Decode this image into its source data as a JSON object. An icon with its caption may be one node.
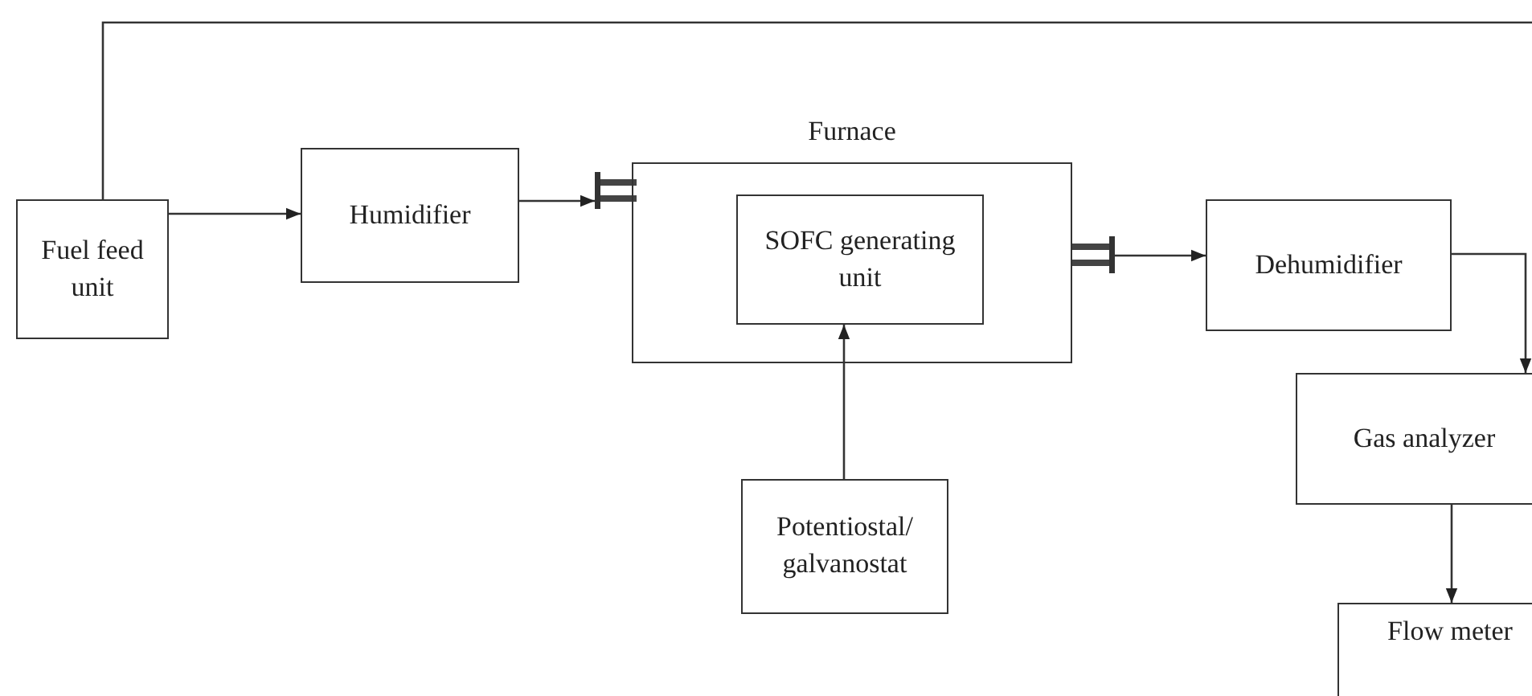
{
  "diagram": {
    "nodes": [
      {
        "text": [
          "Fuel feed unit"
        ]
      },
      {
        "text": [
          "Humidifier"
        ]
      },
      {
        "text": [
          "Furnace"
        ]
      },
      {
        "text": [
          "SOFC generating unit"
        ],
        "in": 2
      },
      {
        "text": [
          "Potentiostal/ galvanostat"
        ]
      },
      {
        "text": [
          "Dehumidifier"
        ]
      },
      {
        "text": [
          "Gas analyzer"
        ]
      },
      {
        "text": [
          "Flow meter"
        ]
      }
    ],
    "edges": [
      {
        "from": 0,
        "to": 1,
        "arrow": "to"
      },
      {
        "from": 1,
        "to": 2,
        "arrow": "to"
      },
      {
        "from": 2,
        "to": 5,
        "arrow": "to"
      },
      {
        "from": 4,
        "to": 3,
        "arrow": "to"
      },
      {
        "from": 5,
        "to": 6,
        "arrow": "to"
      },
      {
        "from": 6,
        "to": 7,
        "arrow": "to"
      },
      {
        "from": 0,
        "to": null,
        "arrow": "none"
      }
    ]
  }
}
